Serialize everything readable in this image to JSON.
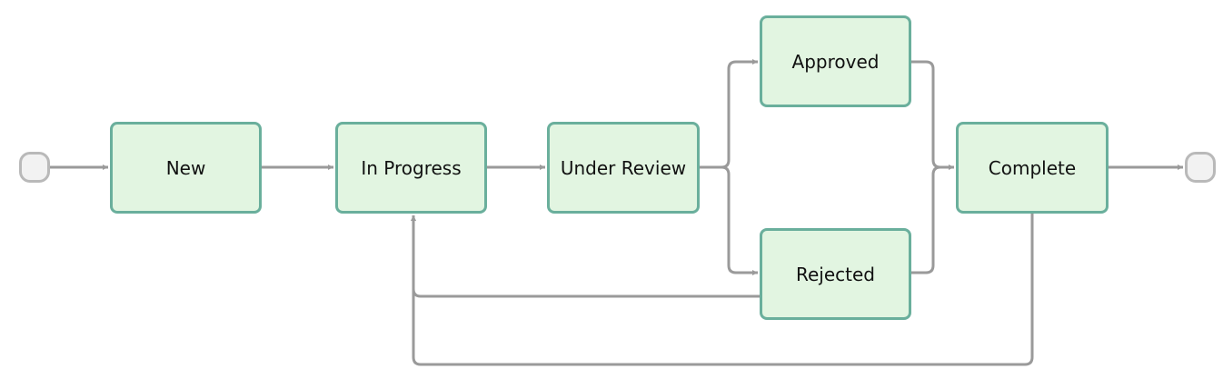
{
  "diagram": {
    "states": {
      "new": "New",
      "in_progress": "In Progress",
      "under_review": "Under Review",
      "approved": "Approved",
      "rejected": "Rejected",
      "complete": "Complete"
    },
    "transitions": [
      {
        "from": "start",
        "to": "new"
      },
      {
        "from": "new",
        "to": "in_progress"
      },
      {
        "from": "in_progress",
        "to": "under_review"
      },
      {
        "from": "under_review",
        "to": "approved"
      },
      {
        "from": "under_review",
        "to": "rejected"
      },
      {
        "from": "approved",
        "to": "complete"
      },
      {
        "from": "rejected",
        "to": "complete"
      },
      {
        "from": "rejected",
        "to": "in_progress"
      },
      {
        "from": "complete",
        "to": "in_progress"
      },
      {
        "from": "complete",
        "to": "end"
      }
    ],
    "colors": {
      "node_fill": "#e2f5e1",
      "node_border": "#6aaf9c",
      "terminal_fill": "#f2f2f2",
      "terminal_border": "#b9b9b9",
      "edge": "#9a9a9a"
    }
  }
}
